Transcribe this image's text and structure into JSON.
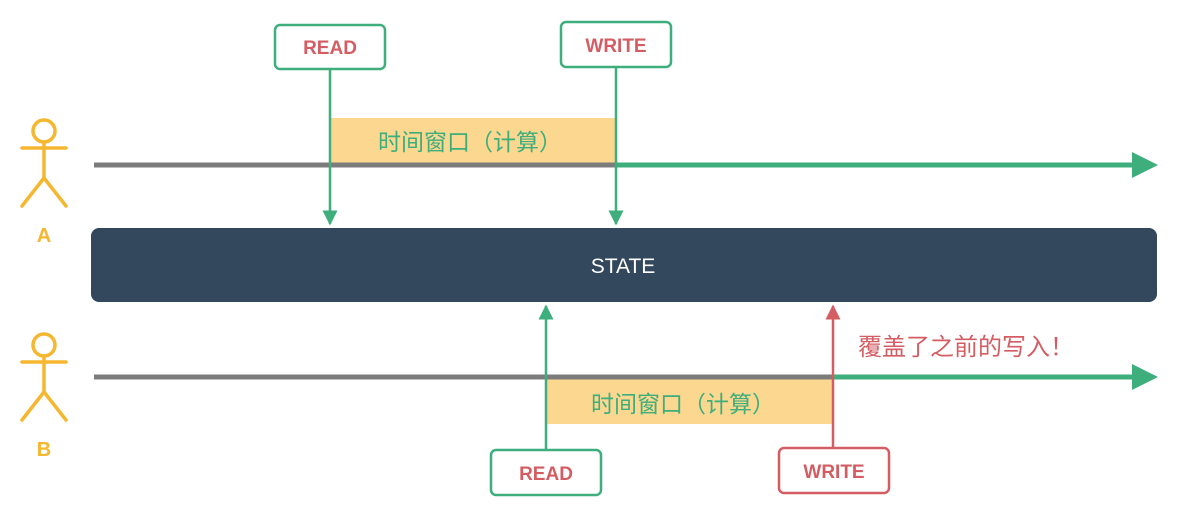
{
  "colors": {
    "green": "#3dae7c",
    "red": "#d35d63",
    "yellow": "#f5b730",
    "window_fill": "#fcd790",
    "gray": "#7c7c7c",
    "state_fill": "#33475d",
    "white": "#ffffff"
  },
  "actors": {
    "a": {
      "label": "A"
    },
    "b": {
      "label": "B"
    }
  },
  "state": {
    "label": "STATE"
  },
  "timeline_a": {
    "read": {
      "label": "READ"
    },
    "write": {
      "label": "WRITE"
    },
    "window": {
      "label": "时间窗口（计算）"
    }
  },
  "timeline_b": {
    "read": {
      "label": "READ"
    },
    "write": {
      "label": "WRITE"
    },
    "window": {
      "label": "时间窗口（计算）"
    },
    "note": "覆盖了之前的写入！"
  }
}
